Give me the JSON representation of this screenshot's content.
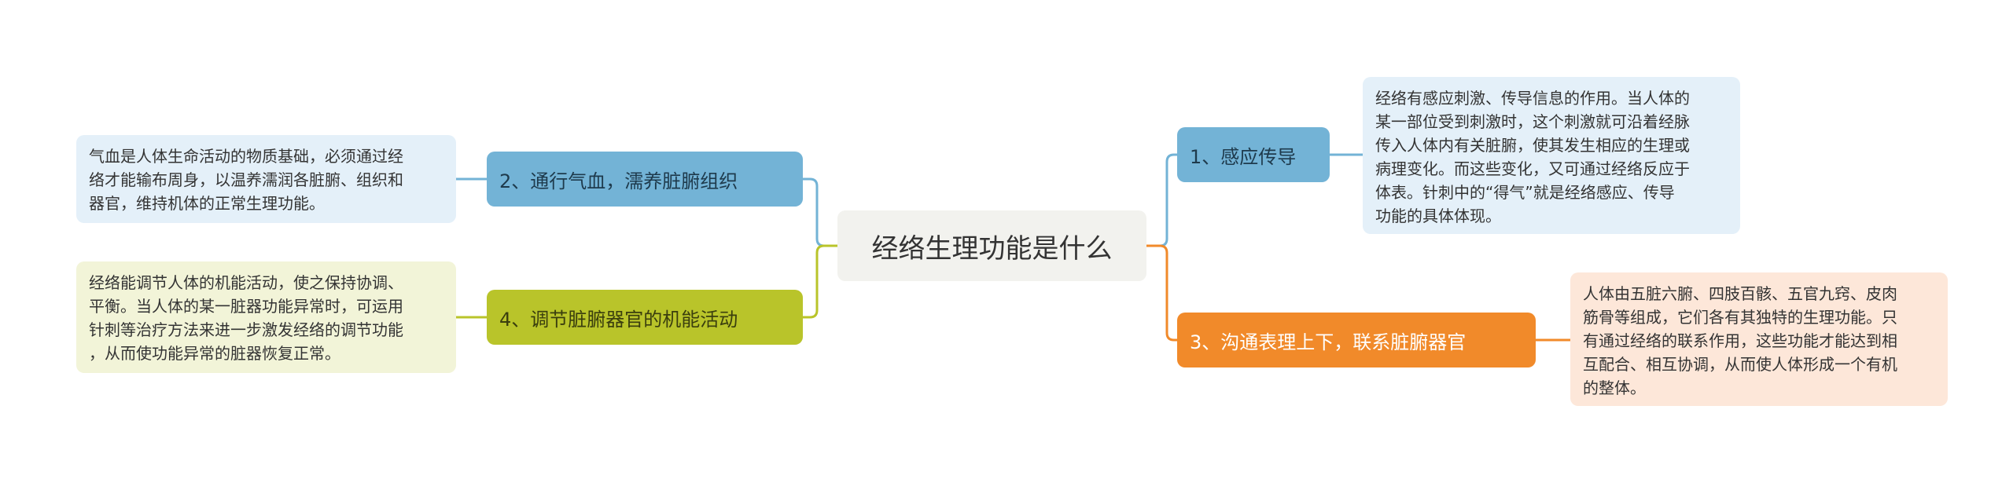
{
  "colors": {
    "center_bg": "#f2f2ee",
    "blue_branch": "#73b3d6",
    "orange_branch": "#f18a2a",
    "olive_branch": "#b9c42a",
    "blue_leaf": "#e4f0f9",
    "orange_leaf": "#fde7d9",
    "olive_leaf": "#f2f4d8"
  },
  "mindmap": {
    "center": "经络生理功能是什么",
    "branches": [
      {
        "label": "1、感应传导",
        "leaf": "经络有感应刺激、传导信息的作用。当人体的\n某一部位受到刺激时，这个刺激就可沿着经脉\n传入人体内有关脏腑，使其发生相应的生理或\n病理变化。而这些变化，又可通过经络反应于\n体表。针刺中的“得气”就是经络感应、传导\n功能的具体体现。"
      },
      {
        "label": "2、通行气血，濡养脏腑组织",
        "leaf": "气血是人体生命活动的物质基础，必须通过经\n络才能输布周身，以温养濡润各脏腑、组织和\n器官，维持机体的正常生理功能。"
      },
      {
        "label": "3、沟通表理上下，联系脏腑器官",
        "leaf": "人体由五脏六腑、四肢百骸、五官九窍、皮肉\n筋骨等组成，它们各有其独特的生理功能。只\n有通过经络的联系作用，这些功能才能达到相\n互配合、相互协调，从而使人体形成一个有机\n的整体。"
      },
      {
        "label": "4、调节脏腑器官的机能活动",
        "leaf": "经络能调节人体的机能活动，使之保持协调、\n平衡。当人体的某一脏器功能异常时，可运用\n针刺等治疗方法来进一步激发经络的调节功能\n，从而使功能异常的脏器恢复正常。"
      }
    ]
  }
}
